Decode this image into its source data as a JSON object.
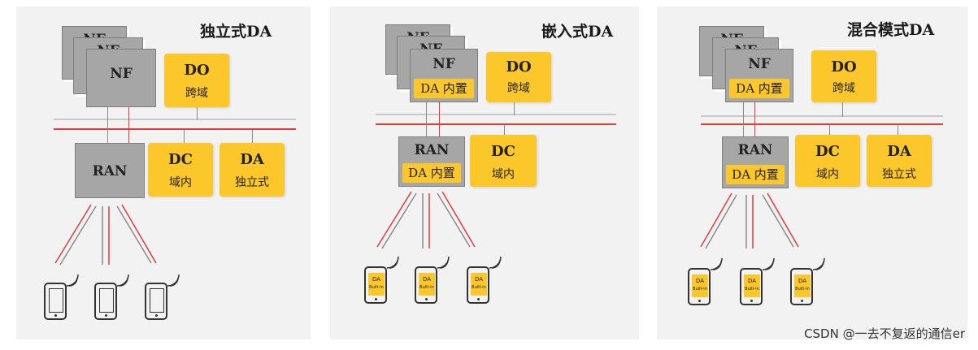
{
  "panels": [
    {
      "title": "独立式DA",
      "nf_label": "NF",
      "nf_inner": "",
      "do": {
        "title": "DO",
        "sub": "跨域"
      },
      "ran": {
        "label": "RAN",
        "inner": ""
      },
      "dc": {
        "title": "DC",
        "sub": "域内"
      },
      "da": {
        "title": "DA",
        "sub": "独立式"
      }
    },
    {
      "title": "嵌入式DA",
      "nf_label": "NF",
      "nf_inner": "DA 内置",
      "do": {
        "title": "DO",
        "sub": "跨域"
      },
      "ran": {
        "label": "RAN",
        "inner": "DA 内置"
      },
      "dc": {
        "title": "DC",
        "sub": "域内"
      },
      "phone_label": {
        "l1": "DA",
        "l2": "Built-in"
      }
    },
    {
      "title": "混合模式DA",
      "nf_label": "NF",
      "nf_inner": "DA 内置",
      "do": {
        "title": "DO",
        "sub": "跨域"
      },
      "ran": {
        "label": "RAN",
        "inner": "DA 内置"
      },
      "dc": {
        "title": "DC",
        "sub": "域内"
      },
      "da": {
        "title": "DA",
        "sub": "独立式"
      },
      "phone_label": {
        "l1": "DA",
        "l2": "Built-in"
      }
    }
  ],
  "watermark": "CSDN @一去不复返的通信er",
  "colors": {
    "yellow": "#fcc72a",
    "gray": "#a6a6a6",
    "red": "#e23b3b",
    "panel_bg": "#f2f2f2"
  }
}
